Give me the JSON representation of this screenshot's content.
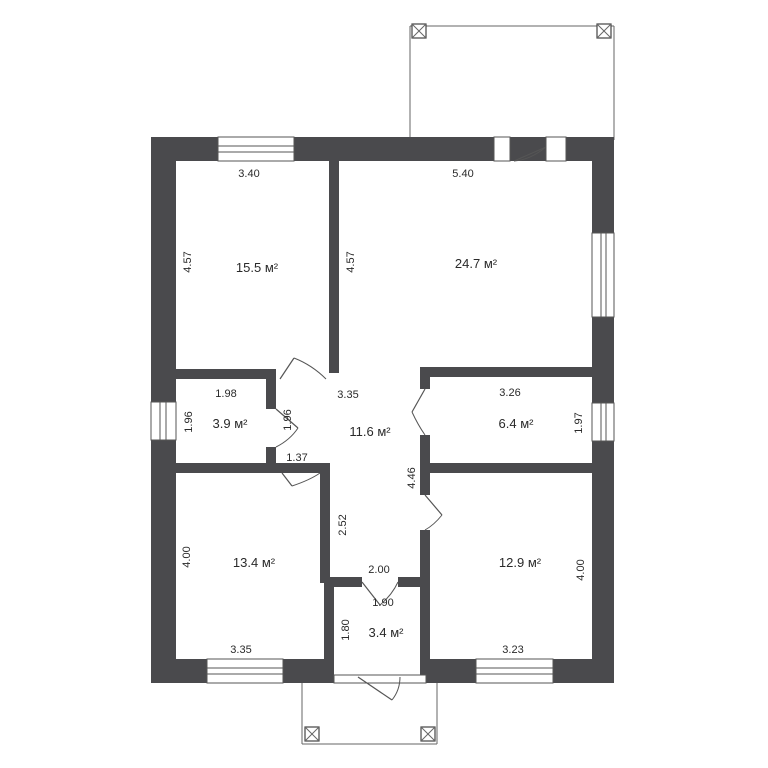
{
  "rooms": {
    "top_left": {
      "area": "15.5 м²",
      "width": "3.40",
      "height": "4.57"
    },
    "living": {
      "area": "24.7 м²",
      "width": "5.40",
      "height": "4.57"
    },
    "bath": {
      "area": "3.9 м²",
      "width": "1.98",
      "height": "1.96"
    },
    "bath_door": "1.96",
    "hall": {
      "area": "11.6 м²",
      "width": "3.35",
      "side": "1.37",
      "lower": "2.52",
      "right": "4.46"
    },
    "right_small": {
      "area": "6.4 м²",
      "width": "3.26",
      "height": "1.97"
    },
    "bottom_left": {
      "area": "13.4 м²",
      "width": "3.35",
      "height": "4.00"
    },
    "bottom_right": {
      "area": "12.9 м²",
      "width": "3.23",
      "height": "4.00"
    },
    "vestibule": {
      "area": "3.4 м²",
      "top": "2.00",
      "width": "1.90",
      "height": "1.80"
    }
  }
}
